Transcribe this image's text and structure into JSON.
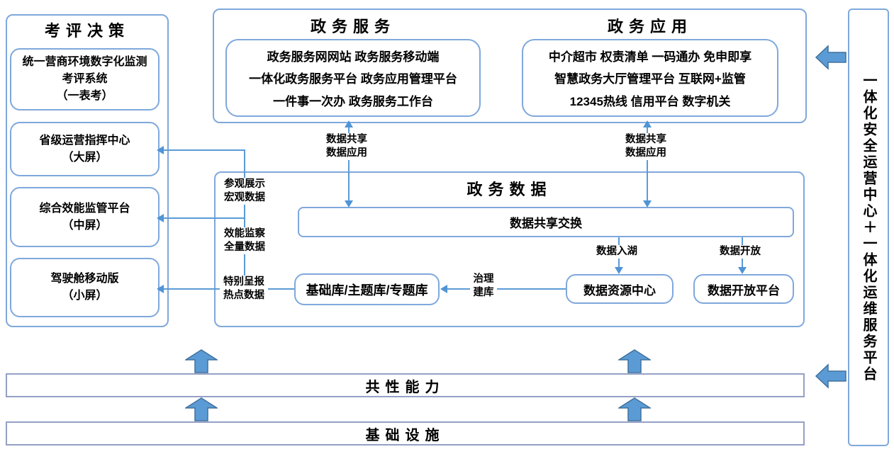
{
  "left_panel": {
    "title": "考评决策",
    "boxes": [
      {
        "lines": [
          "统一营商环境数字化监测",
          "考评系统",
          "（一表考）"
        ]
      },
      {
        "lines": [
          "省级运营指挥中心",
          "（大屏）"
        ]
      },
      {
        "lines": [
          "综合效能监管平台",
          "（中屏）"
        ]
      },
      {
        "lines": [
          "驾驶舱移动版",
          "（小屏）"
        ]
      }
    ]
  },
  "top_panel": {
    "service_title": "政务服务",
    "service_lines": [
      "政务服务网网站 政务服务移动端",
      "一体化政务服务平台 政务应用管理平台",
      "一件事一次办 政务服务工作台"
    ],
    "app_title": "政务应用",
    "app_lines": [
      "中介超市 权责清单 一码通办 免申即享",
      "智慧政务大厅管理平台 互联网+监管",
      "12345热线 信用平台 数字机关"
    ]
  },
  "data_panel": {
    "title": "政务数据",
    "exchange_box": "数据共享交换",
    "base_box": "基础库/主题库/专题库",
    "resource_box": "数据资源中心",
    "open_box": "数据开放平台"
  },
  "flows": {
    "share_left": [
      "数据共享",
      "数据应用"
    ],
    "share_right": [
      "数据共享",
      "数据应用"
    ],
    "view": [
      "参观展示",
      "宏观数据"
    ],
    "efficiency": [
      "效能监察",
      "全量数据"
    ],
    "special": [
      "特别呈报",
      "热点数据"
    ],
    "govern": [
      "治理",
      "建库"
    ],
    "lake": "数据入湖",
    "open": "数据开放"
  },
  "bars": {
    "capability": "共性能力",
    "infrastructure": "基础设施"
  },
  "right_bar": {
    "text": "一体化安全运营中心＋一体化运维服务平台"
  },
  "colors": {
    "box_border": "#7fa8dc",
    "bar_border": "#95a0c5",
    "connector": "#5b9bd5",
    "block_arrow_fill": "#5b9bd5",
    "block_arrow_stroke": "#41719c",
    "text": "#000000",
    "background": "#ffffff"
  }
}
